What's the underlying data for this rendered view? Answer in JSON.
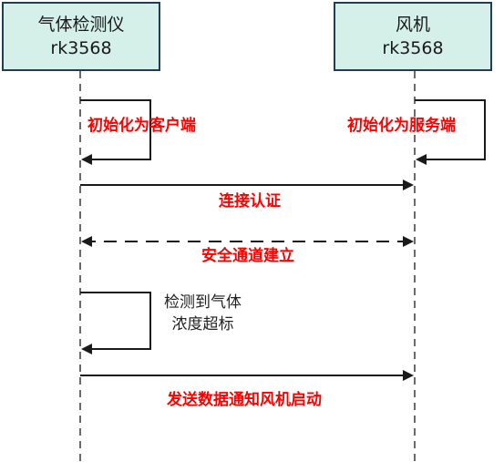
{
  "colors": {
    "participant_fill": "#d5efe9",
    "participant_border": "#1f3e55",
    "line": "#1a1a1a",
    "message_text": "#ff0000",
    "note_text": "#222222"
  },
  "participants": {
    "left": {
      "name": "气体检测仪",
      "device": "rk3568"
    },
    "right": {
      "name": "风机",
      "device": "rk3568"
    }
  },
  "messages": [
    {
      "id": "left_init",
      "label": "初始化为客户端",
      "type": "self",
      "from": "left",
      "style": "solid"
    },
    {
      "id": "right_init",
      "label": "初始化为服务端",
      "type": "self",
      "from": "right",
      "style": "solid"
    },
    {
      "id": "auth",
      "label": "连接认证",
      "type": "arrow",
      "from": "left",
      "to": "right",
      "style": "solid"
    },
    {
      "id": "secure",
      "label": "安全通道建立",
      "type": "arrow",
      "from": "left",
      "to": "right",
      "style": "dashed-bidirectional"
    },
    {
      "id": "detect",
      "type": "self",
      "from": "left",
      "style": "solid"
    },
    {
      "id": "notify",
      "label": "发送数据通知风机启动",
      "type": "arrow",
      "from": "left",
      "to": "right",
      "style": "solid"
    }
  ],
  "note": {
    "line1": "检测到气体",
    "line2": "浓度超标"
  }
}
